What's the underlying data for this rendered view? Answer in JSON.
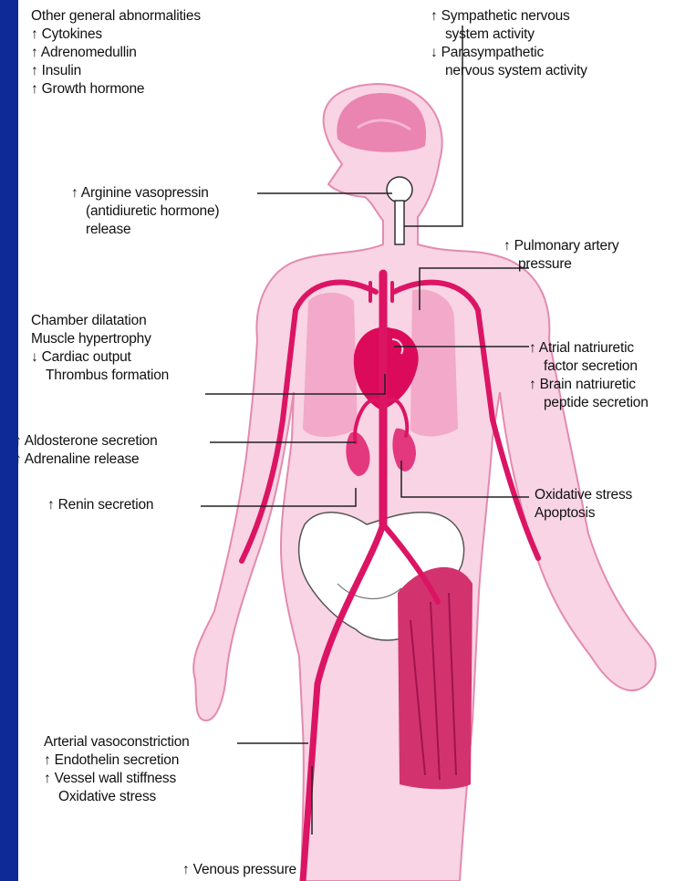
{
  "labels": {
    "general": {
      "heading": "Other general abnormalities",
      "items": [
        "↑ Cytokines",
        "↑ Adrenomedullin",
        "↑ Insulin",
        "↑ Growth hormone"
      ]
    },
    "nervous": [
      "↑ Sympathetic nervous",
      "system activity",
      "↓ Parasympathetic",
      "nervous system activity"
    ],
    "vasopressin": [
      "↑ Arginine vasopressin",
      "(antidiuretic hormone)",
      "release"
    ],
    "pulmonary": [
      "↑ Pulmonary artery",
      "pressure"
    ],
    "cardiac": [
      "Chamber dilatation",
      "Muscle hypertrophy",
      "↓ Cardiac output",
      "Thrombus formation"
    ],
    "natriuretic": [
      "↑ Atrial natriuretic",
      "factor secretion",
      "↑ Brain natriuretic",
      "peptide secretion"
    ],
    "adrenal": [
      "↑ Aldosterone secretion",
      "↑ Adrenaline release"
    ],
    "renin": "↑ Renin secretion",
    "oxidative": [
      "Oxidative stress",
      "Apoptosis"
    ],
    "vascular": [
      "Arterial vasoconstriction",
      "↑ Endothelin secretion",
      "↑ Vessel wall stiffness",
      "Oxidative stress"
    ],
    "venous": "↑ Venous pressure"
  },
  "colors": {
    "slide_background": "#0d2a96",
    "body_fill": "#f8d4e4",
    "organ_light": "#f3a9c9",
    "vessel": "#dc1464",
    "heart": "#dc0a5a",
    "muscle": "#d2336f",
    "bone": "#ffffff"
  }
}
